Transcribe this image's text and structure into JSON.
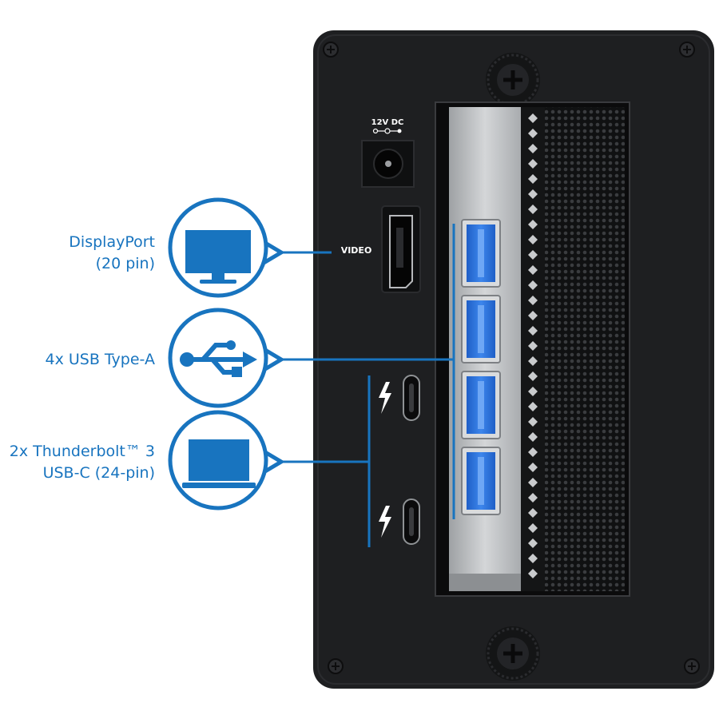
{
  "colors": {
    "accent": "#1874bf",
    "panel": "#1e1f21",
    "usb_blue": "#2f6fd6",
    "card_silver": "#bfc1c3"
  },
  "panel": {
    "power_label": "12V DC",
    "video_label": "VIDEO"
  },
  "callouts": [
    {
      "id": "displayport",
      "icon": "monitor-icon",
      "lines": [
        "DisplayPort",
        "(20 pin)"
      ]
    },
    {
      "id": "usb-a",
      "icon": "usb-icon",
      "lines": [
        "4x USB Type-A"
      ]
    },
    {
      "id": "thunderbolt",
      "icon": "laptop-icon",
      "lines": [
        "2x Thunderbolt™ 3",
        "USB-C (24-pin)"
      ]
    }
  ],
  "ports": {
    "usb_a_count": 4,
    "thunderbolt_count": 2
  }
}
